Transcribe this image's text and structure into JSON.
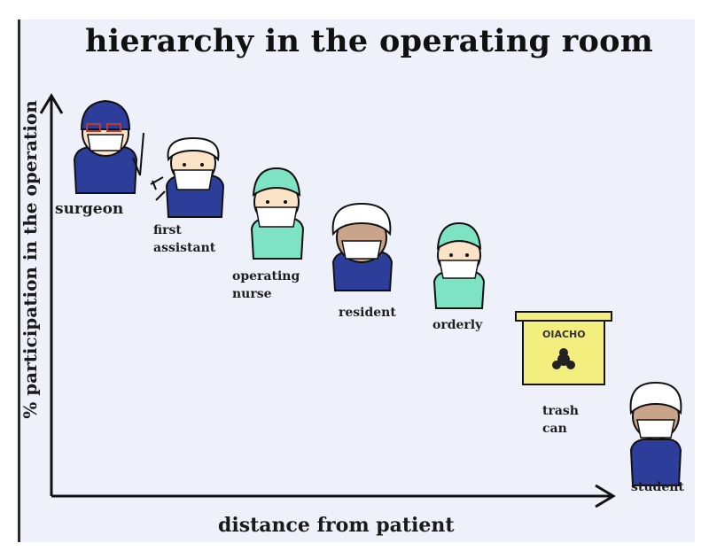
{
  "title": "hierarchy in the operating room",
  "axes": {
    "y_label": "% participation in the operation",
    "x_label": "distance from patient"
  },
  "roles": [
    {
      "name": "surgeon",
      "line1": "surgeon",
      "line2": ""
    },
    {
      "name": "first-assistant",
      "line1": "first",
      "line2": "assistant"
    },
    {
      "name": "operating-nurse",
      "line1": "operating",
      "line2": "nurse"
    },
    {
      "name": "resident",
      "line1": "resident",
      "line2": ""
    },
    {
      "name": "orderly",
      "line1": "orderly",
      "line2": ""
    },
    {
      "name": "trash-can",
      "line1": "trash",
      "line2": "can"
    },
    {
      "name": "student",
      "line1": "student",
      "line2": ""
    }
  ],
  "trash_can": {
    "sign": "OIACHO"
  },
  "colors": {
    "background": "#eef1f9",
    "navy_scrubs": "#2c3e9a",
    "teal_scrubs": "#7de3c2",
    "bin_yellow": "#f3ee7d",
    "skin": "#fbe3c8"
  }
}
